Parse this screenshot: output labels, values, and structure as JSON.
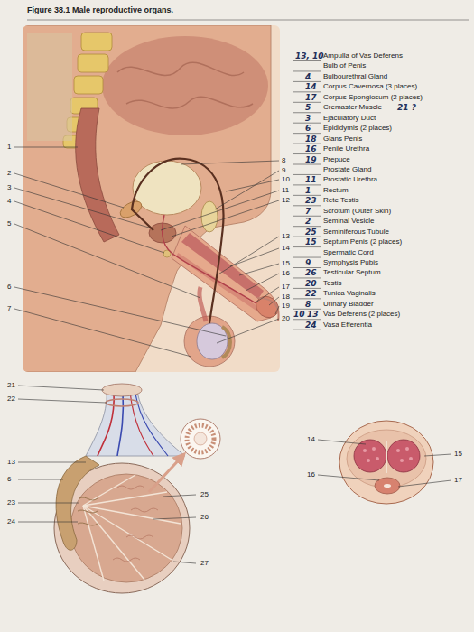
{
  "diagram": {
    "title": "Figure 38.1 Male reproductive organs.",
    "labels": [
      "1",
      "2",
      "3",
      "4",
      "5",
      "6",
      "7",
      "8",
      "9",
      "10",
      "11",
      "12",
      "13",
      "14",
      "15",
      "16",
      "17",
      "18",
      "19",
      "20",
      "13, 10",
      "Ampulla of Vas Deferens",
      "Bulb of Penis",
      "4",
      "Bulbourethral Gland",
      "14",
      "Corpus Cavernosa (3 places)",
      "17",
      "Corpus Spongiosum (2 places)",
      "5",
      "Cremaster Muscle",
      "21 ?",
      "3",
      "Ejaculatory Duct",
      "6",
      "Epididymis (2 places)",
      "18",
      "Glans Penis",
      "16",
      "Penile Urethra",
      "19",
      "Prepuce",
      "Prostate Gland",
      "11",
      "Prostatic Urethra",
      "1",
      "Rectum",
      "23",
      "Rete Testis",
      "7",
      "Scrotum (Outer Skin)",
      "2",
      "Seminal Vesicle",
      "25",
      "Seminiferous Tubule",
      "15",
      "Septum Penis (2 places)",
      "Spermatic Cord",
      "9",
      "Symphysis Pubis",
      "26",
      "Testicular Septum",
      "20",
      "Testis",
      "22",
      "Tunica Vaginalis",
      "8",
      "Urinary Bladder",
      "10",
      "13",
      "Vas Deferens (2 places)",
      "24",
      "Vasa Efferentia",
      "21",
      "22",
      "13",
      "6",
      "23",
      "24",
      "25",
      "26",
      "27",
      "14",
      "15",
      "16",
      "17"
    ]
  }
}
